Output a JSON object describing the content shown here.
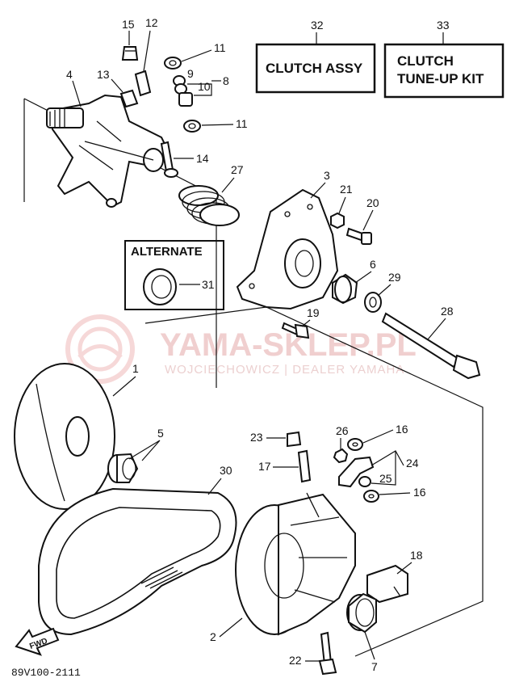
{
  "kits": [
    {
      "number": "32",
      "label": "CLUTCH ASSY"
    },
    {
      "number": "33",
      "label_line1": "CLUTCH",
      "label_line2": "TUNE-UP KIT"
    }
  ],
  "alternate": {
    "title": "ALTERNATE",
    "number": "31"
  },
  "part_numbers": {
    "p1": "1",
    "p2": "2",
    "p3": "3",
    "p4": "4",
    "p5": "5",
    "p6": "6",
    "p7": "7",
    "p8": "8",
    "p9": "9",
    "p10": "10",
    "p11a": "11",
    "p11b": "11",
    "p12": "12",
    "p13": "13",
    "p14": "14",
    "p15": "15",
    "p16a": "16",
    "p16b": "16",
    "p17": "17",
    "p18": "18",
    "p19": "19",
    "p20": "20",
    "p21": "21",
    "p22": "22",
    "p23": "23",
    "p24": "24",
    "p25": "25",
    "p26": "26",
    "p27": "27",
    "p28": "28",
    "p29": "29",
    "p30": "30"
  },
  "watermark": {
    "line1": "YAMA-SKLEP.PL",
    "line2": "WOJCIECHOWICZ | DEALER YAMAHA"
  },
  "fwd_label": "FWD",
  "diagram_code": "89V100-2111"
}
